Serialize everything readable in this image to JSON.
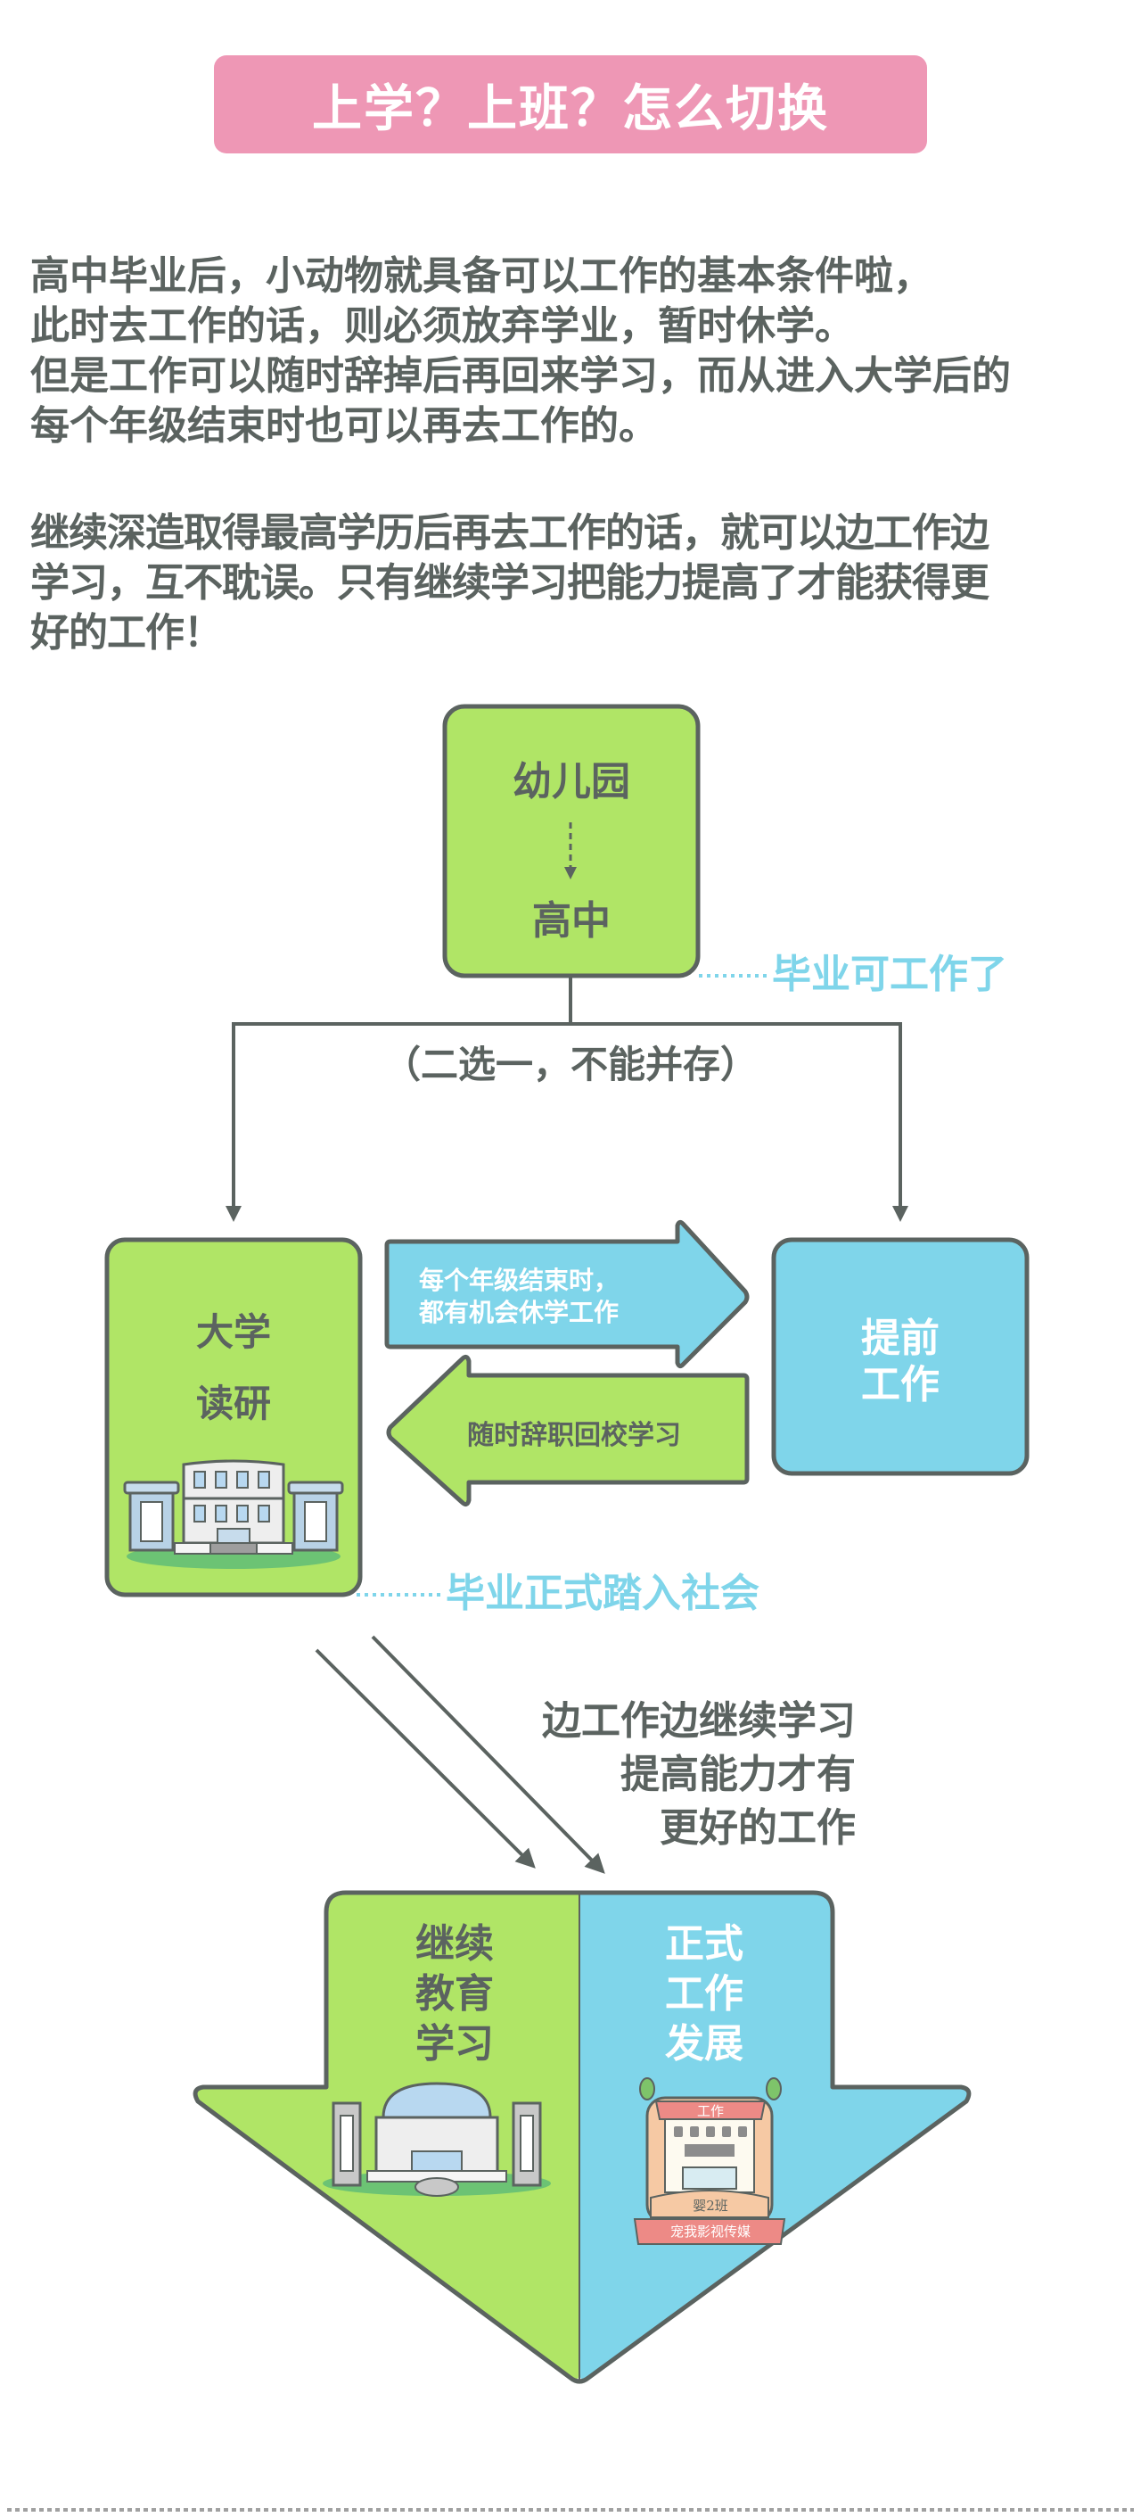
{
  "title": "上学？上班？怎么切换",
  "intro": {
    "paragraph1": [
      "高中毕业后，小动物就具备可以工作的基本条件啦，",
      "此时去工作的话，则必须放弃学业，暂时休学。",
      "但是工作可以随时辞掉后再回来学习，而从进入大学后的",
      "每个年级结束时也可以再去工作的。"
    ],
    "paragraph2": [
      "继续深造取得最高学历后再去工作的话，就可以边工作边",
      "学习，互不耽误。只有继续学习把能力提高了才能获得更",
      "好的工作！"
    ]
  },
  "flow": {
    "top_box": {
      "line1": "幼儿园",
      "line2": "高中"
    },
    "top_note": "毕业可工作了",
    "branch_note": "（二选一，不能并存）",
    "left_box": {
      "line1": "大学",
      "line2": "读研"
    },
    "right_box": {
      "line1": "提前",
      "line2": "工作"
    },
    "arrow_right": {
      "line1": "每个年级结束时，",
      "line2": "都有机会休学工作"
    },
    "arrow_left": "随时辞职回校学习",
    "left_note": "毕业正式踏入社会",
    "side_note": [
      "边工作边继续学习",
      "提高能力才有",
      "更好的工作"
    ],
    "final_arrow": {
      "left": [
        "继续",
        "教育",
        "学习"
      ],
      "right": [
        "正式",
        "工作",
        "发展"
      ],
      "badge": {
        "top": "工作",
        "middle": "婴2班",
        "bottom": "宠我影视传媒"
      }
    }
  },
  "colors": {
    "title_bg": "#ee97b5",
    "text": "#5b6360",
    "green": "#b0e566",
    "blue": "#7fd5ea",
    "stroke": "#5b6360"
  }
}
